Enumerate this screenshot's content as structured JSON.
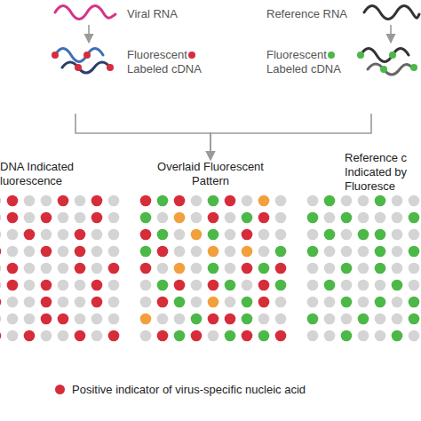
{
  "diagram": {
    "nodes": [
      {
        "text": [
          "Viral RNA"
        ]
      },
      {
        "text": [
          "Reference RNA"
        ]
      },
      {
        "text": [
          "Fluorescent Labeled cDNA"
        ]
      },
      {
        "text": [
          "Fluorescent Labeled cDNA"
        ]
      },
      {
        "text": [
          "DNA Indicated luorescence"
        ]
      },
      {
        "text": [
          "Overlaid Fluorescent Pattern"
        ]
      },
      {
        "text": [
          "Reference c Indicated by Fluoresce"
        ]
      }
    ],
    "edges": [
      {
        "from": 0,
        "to": 2,
        "arrow": "to"
      },
      {
        "from": 1,
        "to": 3,
        "arrow": "to"
      },
      {
        "from": 2,
        "to": 5,
        "arrow": "to"
      },
      {
        "from": 3,
        "to": 5,
        "arrow": "to"
      }
    ],
    "legend": [
      {
        "text": "Positive indicator of virus-specific nucleic acid",
        "color": "#d62d3b"
      }
    ]
  }
}
